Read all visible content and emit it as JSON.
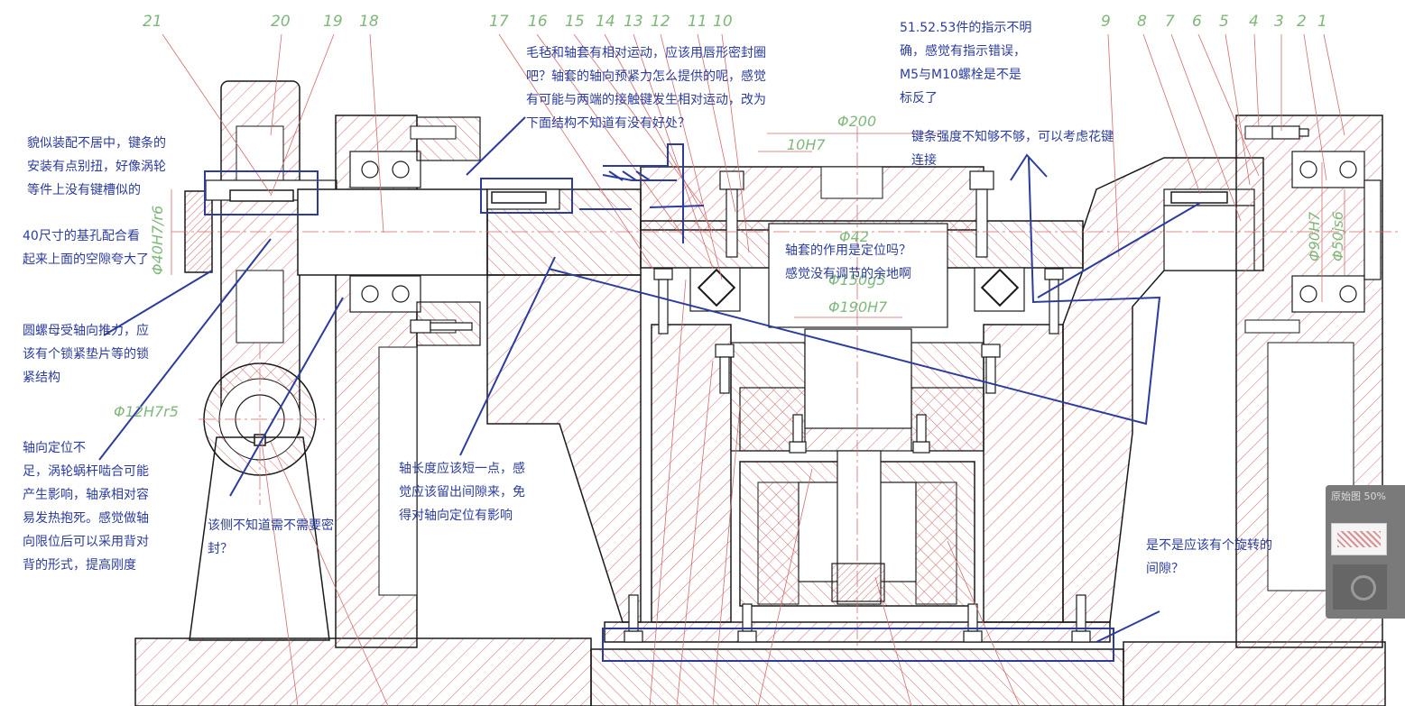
{
  "part_numbers": [
    "21",
    "20",
    "19",
    "18",
    "17",
    "16",
    "15",
    "14",
    "13",
    "12",
    "11",
    "10",
    "9",
    "8",
    "7",
    "6",
    "5",
    "4",
    "3",
    "2",
    "1"
  ],
  "dimensions": {
    "d200": "Φ200",
    "h10": "10H7",
    "d42": "Φ42",
    "d150": "Φ150g5",
    "d190": "Φ190H7",
    "d12": "Φ12H7r5",
    "d90": "Φ90H7",
    "d50": "Φ50js6",
    "d40": "Φ40H7/r6"
  },
  "annotations": {
    "key_offset": "貌似装配不居中，键条的\n安装有点别扭，好像涡轮\n等件上没有键槽似的",
    "hole_fit_40": "40尺寸的基孔配合看\n起来上面的空隙夸大了",
    "round_nut": "圆螺母受轴向推力，应\n该有个锁紧垫片等的锁\n紧结构",
    "axial_locate": "轴向定位不\n足，涡轮蜗杆啮合可能\n产生影响，轴承相对容\n易发热抱死。感觉做轴\n向限位后可以采用背对\n背的形式，提高刚度",
    "seal_side": "该侧不知道需不需要密\n封？",
    "shaft_length": "轴长度应该短一点，感\n觉应该留出间隙来，免\n得对轴向定位有影响",
    "felt_seal": "毛毡和轴套有相对运动，应该用唇形密封圈\n吧？轴套的轴向预紧力怎么提供的呢，感觉\n有可能与两端的接触键发生相对运动，改为\n下面结构不知道有没有好处？",
    "part_index": "51.52.53件的指示不明\n确，感觉有指示错误，\nM5与M10螺栓是不是\n标反了",
    "key_strength": "键条强度不知够不够，可以考虑花键\n连接",
    "sleeve_role": "轴套的作用是定位吗？\n感觉没有调节的余地啊",
    "rotation_gap": "是不是应该有个旋转的\n间隙？"
  },
  "thumbnail": {
    "caption": "原始图 50%"
  },
  "colors": {
    "ink": "#1a1a1a",
    "hatch": "#d46a6a",
    "part_no": "#7fb87a",
    "markup": "#2b3c9e"
  }
}
